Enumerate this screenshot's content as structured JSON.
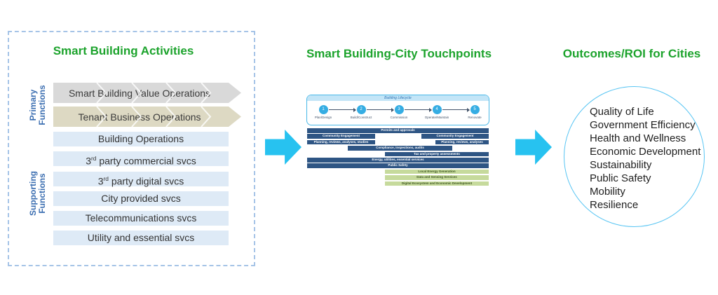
{
  "activities": {
    "title": "Smart Building Activities",
    "primary_label": "Primary Functions",
    "supporting_label": "Supporting Functions",
    "chevron_rows": [
      {
        "label": "Smart Building Value Operations"
      },
      {
        "label": "Tenant Business Operations"
      }
    ],
    "rows": [
      "Building Operations",
      "3rd party commercial svcs",
      "3rd party digital svcs",
      "City provided svcs",
      "Telecommunications svcs",
      "Utility and essential svcs"
    ]
  },
  "touchpoints": {
    "title": "Smart Building-City Touchpoints",
    "lifecycle": {
      "title": "Building Lifecycle",
      "stages": [
        {
          "num": "1",
          "label": "Plan/Design"
        },
        {
          "num": "2",
          "label": "Build/Construct"
        },
        {
          "num": "3",
          "label": "Commission"
        },
        {
          "num": "4",
          "label": "Operate/Maintain"
        },
        {
          "num": "5",
          "label": "Renovate"
        }
      ]
    },
    "bars": [
      "Permits and approvals",
      "Community Engagement",
      "Community Engagement",
      "Planning, reviews, analyses, studies",
      "Planning, reviews, analyses",
      "Compliance, inspections, audits",
      "Tax and property assessments",
      "Energy, utilities, essential services",
      "Public Safety",
      "Local Energy Generation",
      "Data and Sensing Services",
      "Digital Ecosystem and Economic Development"
    ]
  },
  "outcomes": {
    "title": "Outcomes/ROI for Cities",
    "items": [
      "Quality of Life",
      "Government Efficiency",
      "Health and Wellness",
      "Economic Development",
      "Sustainability",
      "Public Safety",
      "Mobility",
      "Resilience"
    ]
  },
  "colors": {
    "title_green": "#1CA32C",
    "label_blue": "#3A6DB0",
    "bar_dark_blue": "#2E5584",
    "bar_green": "#C6DA9C",
    "arrow_cyan": "#27C2F0",
    "row_light_blue": "#DEEAF6",
    "chevron_gray": "#D9D9D9",
    "chevron_tan": "#DDD9C3",
    "lifecycle_circle_blue": "#35ADE3",
    "circle_border_blue": "#58C5F3"
  }
}
